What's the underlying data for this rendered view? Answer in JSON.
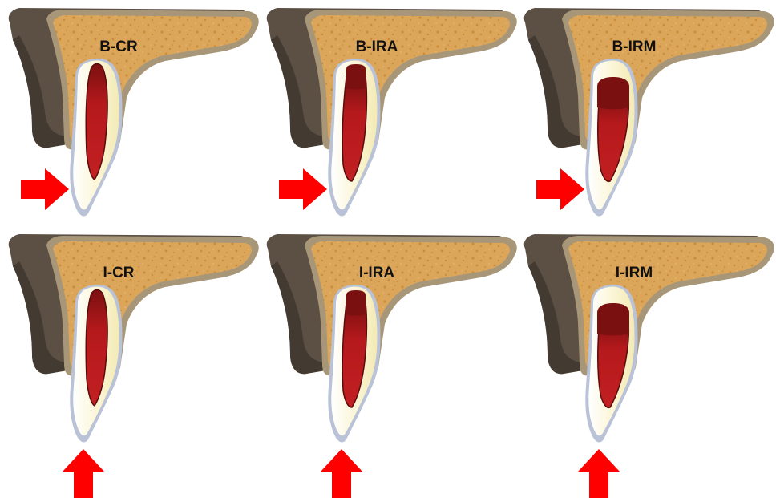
{
  "panels": [
    {
      "id": "b-cr",
      "label": "B-CR",
      "canal": "narrow",
      "load": "horizontal"
    },
    {
      "id": "b-ira",
      "label": "B-IRA",
      "canal": "medium",
      "load": "horizontal"
    },
    {
      "id": "b-irm",
      "label": "B-IRM",
      "canal": "wide",
      "load": "horizontal"
    },
    {
      "id": "i-cr",
      "label": "I-CR",
      "canal": "narrow",
      "load": "vertical"
    },
    {
      "id": "i-ira",
      "label": "I-IRA",
      "canal": "medium",
      "load": "vertical"
    },
    {
      "id": "i-irm",
      "label": "I-IRM",
      "canal": "wide",
      "load": "vertical"
    }
  ],
  "colors": {
    "bone_outer": "#5c4f43",
    "bone_outer_dark": "#433a31",
    "bone_rim": "#a89678",
    "bone_marrow": "#dba65a",
    "marrow_pore": "#c98d3c",
    "dentin": "#fbf6d8",
    "enamel": "#ffffff",
    "enamel_shadow": "#b9c2d6",
    "pulp": "#b5191c",
    "pulp_dark": "#7a1010",
    "pulp_outline": "#5a0c0c",
    "arrow": "#ff0000"
  }
}
